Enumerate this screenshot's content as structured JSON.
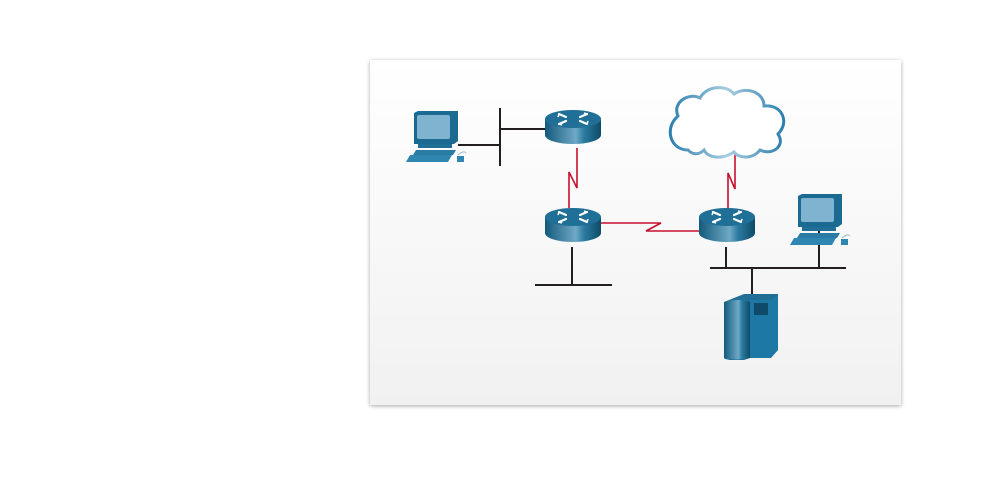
{
  "diagram": {
    "colors": {
      "ethernet": "#231f20",
      "serial": "#c8102e",
      "device": "#1f6f96",
      "cloud": "#2b7fae"
    },
    "devices": [
      {
        "type": "pc",
        "icon": "pc-icon"
      },
      {
        "type": "router",
        "icon": "router-icon"
      },
      {
        "type": "router",
        "icon": "router-icon"
      },
      {
        "type": "router",
        "icon": "router-icon"
      },
      {
        "type": "cloud",
        "icon": "cloud-icon"
      },
      {
        "type": "pc",
        "icon": "pc-icon"
      },
      {
        "type": "server",
        "icon": "server-icon"
      }
    ],
    "links": [
      {
        "from": "pc-1",
        "to": "lan-1",
        "type": "ethernet"
      },
      {
        "from": "lan-1",
        "to": "router-1",
        "type": "ethernet"
      },
      {
        "from": "router-1",
        "to": "router-2",
        "type": "serial"
      },
      {
        "from": "router-2",
        "to": "lan-2",
        "type": "ethernet"
      },
      {
        "from": "router-2",
        "to": "router-3",
        "type": "serial"
      },
      {
        "from": "cloud",
        "to": "router-3",
        "type": "serial"
      },
      {
        "from": "router-3",
        "to": "lan-3",
        "type": "ethernet"
      },
      {
        "from": "pc-2",
        "to": "lan-3",
        "type": "ethernet"
      },
      {
        "from": "server",
        "to": "lan-3",
        "type": "ethernet"
      }
    ]
  }
}
